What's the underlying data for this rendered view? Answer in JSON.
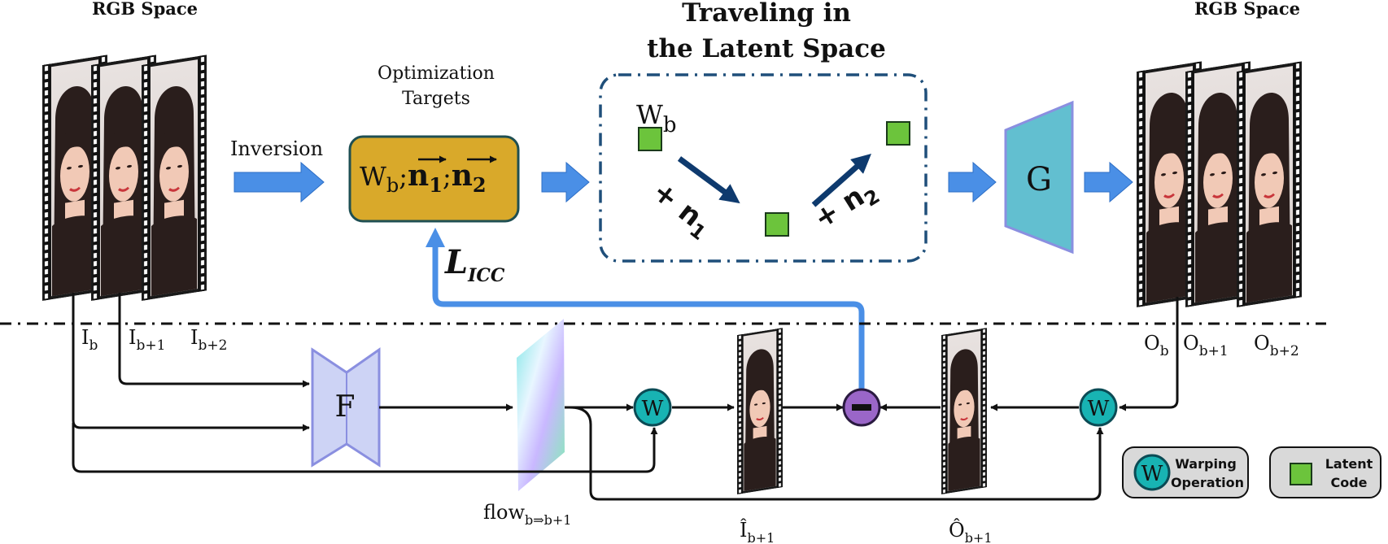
{
  "header": {
    "rgb_space_left": "RGB Space",
    "rgb_space_right": "RGB Space",
    "traveling_line1": "Traveling in",
    "traveling_line2": "the Latent Space",
    "optimization_line1": "Optimization",
    "optimization_line2": "Targets",
    "inversion": "Inversion"
  },
  "targets_box": {
    "w": "W",
    "w_sub": "b",
    "sep": ";",
    "n1": "n",
    "n1_sub": "1",
    "n2": "n",
    "n2_sub": "2"
  },
  "latent": {
    "w": "W",
    "w_sub": "b",
    "plus_n1": "+ n",
    "plus_n1_sub": "1",
    "plus_n2": "+ n",
    "plus_n2_sub": "2"
  },
  "loss": {
    "main": "L",
    "sub": "ICC"
  },
  "generator_label": "G",
  "flow_net_label": "F",
  "warp_label": "W",
  "input_labels": [
    {
      "main": "I",
      "sub": "b"
    },
    {
      "main": "I",
      "sub": "b+1"
    },
    {
      "main": "I",
      "sub": "b+2"
    }
  ],
  "output_labels": [
    {
      "main": "O",
      "sub": "b"
    },
    {
      "main": "O",
      "sub": "b+1"
    },
    {
      "main": "O",
      "sub": "b+2"
    }
  ],
  "flow_label": {
    "main": "flow",
    "sub": "b⇒b+1"
  },
  "i_hat_label": {
    "main": "Î",
    "sub": "b+1"
  },
  "o_hat_label": {
    "main": "Ô",
    "sub": "b+1"
  },
  "legend": {
    "warp_line1": "Warping",
    "warp_line2": "Operation",
    "latent_line1": "Latent",
    "latent_line2": "Code"
  },
  "colors": {
    "arrow_blue": "#4a8fe6",
    "target_box": "#d9a92a",
    "latent_green": "#6cc43c",
    "generator": "#62bfd0",
    "flow_net": "#cdd3f5",
    "warp_teal": "#18b3b3",
    "minus_purple": "#9a66c8",
    "dash_navy": "#1f4f7a"
  }
}
